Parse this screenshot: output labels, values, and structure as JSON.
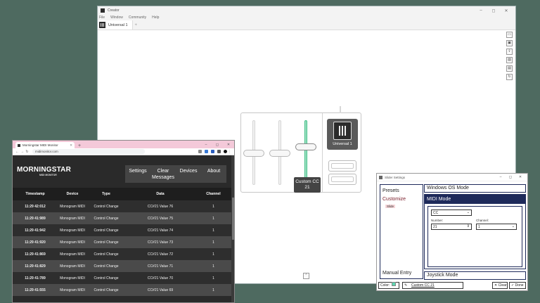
{
  "creator": {
    "title": "Creator",
    "menu": [
      "File",
      "Window",
      "Community",
      "Help"
    ],
    "window_controls": [
      "–",
      "◻",
      "✕"
    ],
    "tab_label": "Universal 1",
    "tab_add": "+",
    "side_tools": [
      "folder-icon",
      "save-icon",
      "upload-icon",
      "image-icon",
      "trash-icon",
      "refresh-icon"
    ],
    "side_tool_glyphs": [
      "▭",
      "▣",
      "⇪",
      "▨",
      "▤",
      "↻"
    ],
    "device_unit_label": "Universal 1",
    "tooltip_line1": "Custom CC",
    "tooltip_line2": "21",
    "bottom_ctrl_glyph": "⌃",
    "accent_color": "#3fbf86"
  },
  "browser": {
    "tab_title": "Morningstar MIDI Monitor",
    "tab_close": "✕",
    "new_tab": "+",
    "window_controls": [
      "–",
      "◻",
      "✕"
    ],
    "nav": [
      "←",
      "→",
      "↻"
    ],
    "url": "midimonitor.com",
    "menu_glyph": "⋮"
  },
  "monitor": {
    "logo": "MORNINGSTAR",
    "logo_sub": "MIDI MONITOR",
    "nav": [
      {
        "label": "Settings"
      },
      {
        "label": "Clear Messages"
      },
      {
        "label": "Devices"
      },
      {
        "label": "About"
      }
    ],
    "columns": [
      "Timestamp",
      "Device",
      "Type",
      "Data",
      "Channel"
    ],
    "rows": [
      {
        "timestamp": "11:29 42:012",
        "device": "Monogram MIDI",
        "type": "Control Change",
        "data": "CC#21 Value 76",
        "channel": "1"
      },
      {
        "timestamp": "11:29 41:989",
        "device": "Monogram MIDI",
        "type": "Control Change",
        "data": "CC#21 Value 75",
        "channel": "1"
      },
      {
        "timestamp": "11:29 41:942",
        "device": "Monogram MIDI",
        "type": "Control Change",
        "data": "CC#21 Value 74",
        "channel": "1"
      },
      {
        "timestamp": "11:29 41:920",
        "device": "Monogram MIDI",
        "type": "Control Change",
        "data": "CC#21 Value 73",
        "channel": "1"
      },
      {
        "timestamp": "11:29 41:869",
        "device": "Monogram MIDI",
        "type": "Control Change",
        "data": "CC#21 Value 72",
        "channel": "1"
      },
      {
        "timestamp": "11:29 41:829",
        "device": "Monogram MIDI",
        "type": "Control Change",
        "data": "CC#21 Value 71",
        "channel": "1"
      },
      {
        "timestamp": "11:29 41:789",
        "device": "Monogram MIDI",
        "type": "Control Change",
        "data": "CC#21 Value 70",
        "channel": "1"
      },
      {
        "timestamp": "11:29 41:555",
        "device": "Monogram MIDI",
        "type": "Control Change",
        "data": "CC#21 Value 69",
        "channel": "1"
      }
    ]
  },
  "dialog": {
    "title": "Slider Settings",
    "window_controls": [
      "–",
      "◻",
      "✕"
    ],
    "left_options": {
      "presets": "Presets",
      "customize": "Customize",
      "slide": "Slide",
      "manual_entry": "Manual Entry"
    },
    "windows_os_mode": "Windows OS Mode",
    "midi_mode": "MIDI Mode",
    "type_select": "CC",
    "number_label": "Number:",
    "number_value": "21",
    "channel_label": "Channel:",
    "channel_value": "1",
    "joystick_mode": "Joystick Mode",
    "color_label": "Color:",
    "color_value": "#5ed6b0",
    "name_value": "Custom CC 21",
    "clear_label": "Clear",
    "done_label": "Done",
    "chevron": "⌄",
    "spinner": "⇕",
    "pen_glyph": "✎",
    "clear_glyph": "✕",
    "done_glyph": "✓"
  }
}
